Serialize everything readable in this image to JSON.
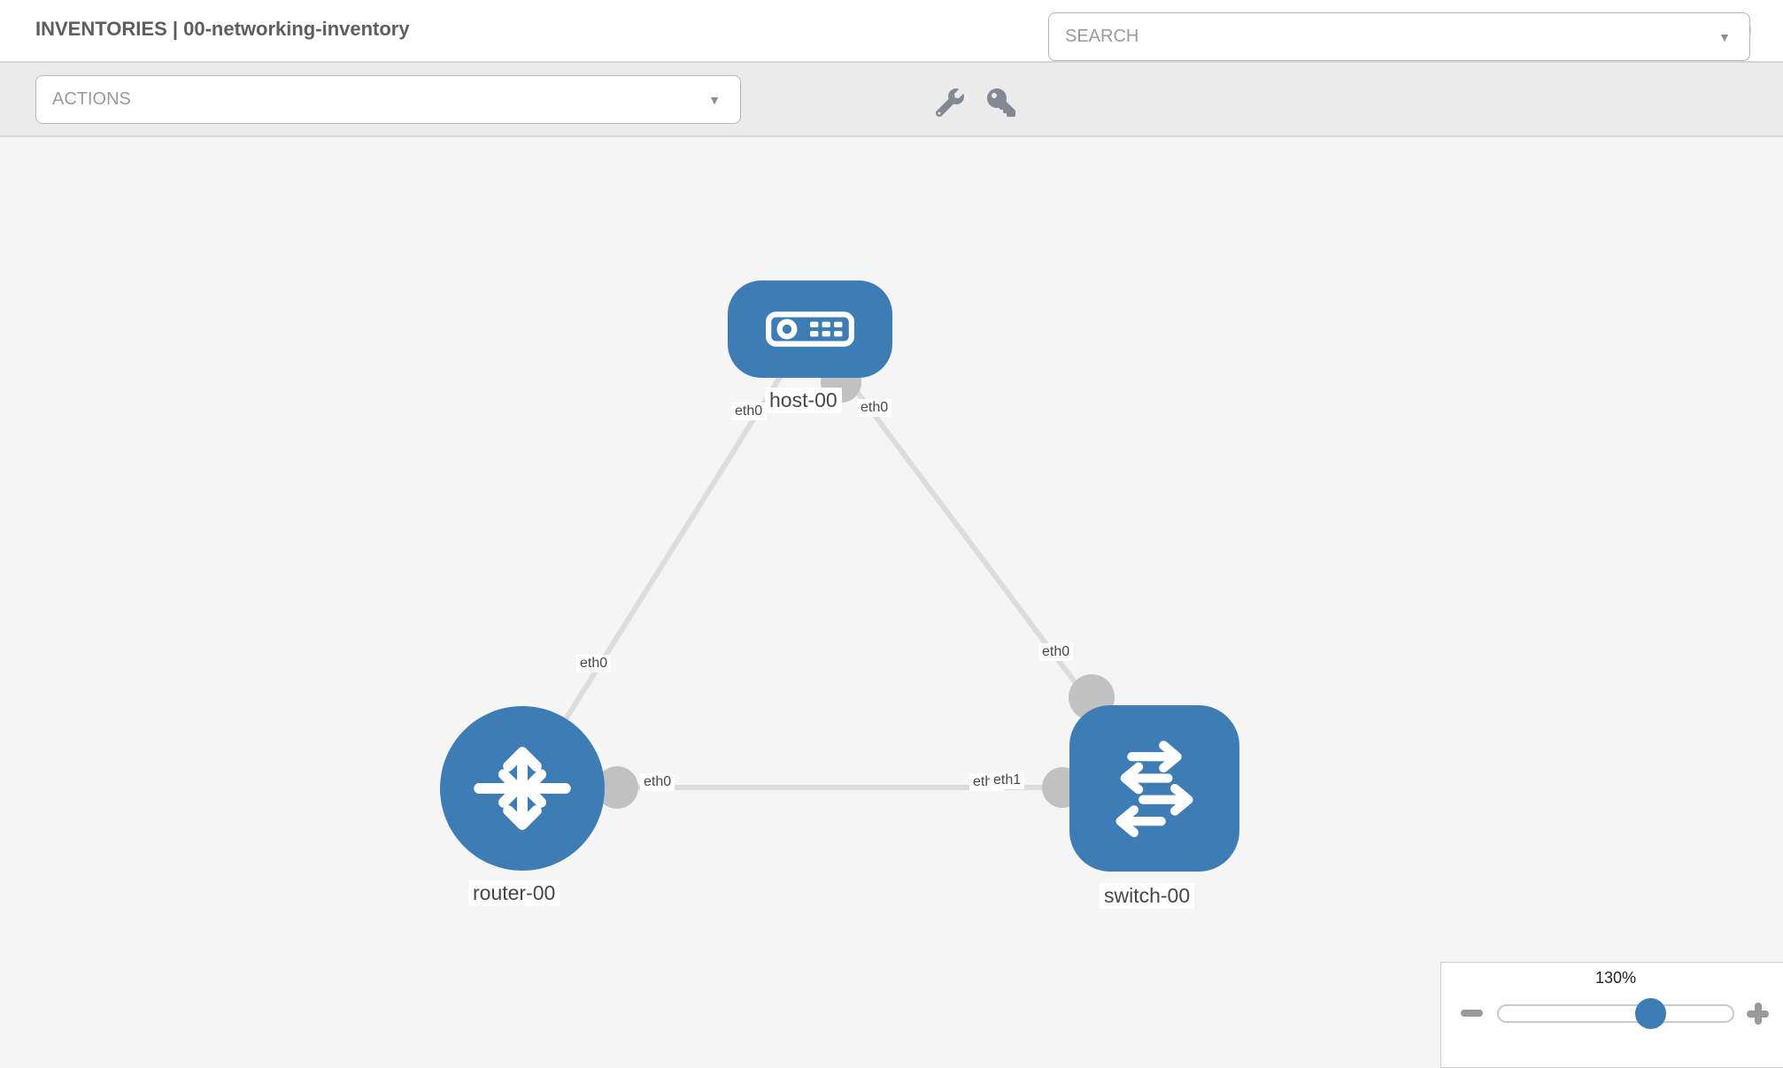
{
  "header": {
    "title": "INVENTORIES | 00-networking-inventory"
  },
  "toolbar": {
    "actions_label": "ACTIONS",
    "search_placeholder": "SEARCH",
    "icons": [
      "wrench-icon",
      "key-icon"
    ]
  },
  "colors": {
    "node_blue": "#3d7cb5",
    "link_gray": "#dcdcdc",
    "port_gray": "#c1c1c1"
  },
  "topology": {
    "nodes": [
      {
        "id": "host-00",
        "type": "host",
        "label": "host-00"
      },
      {
        "id": "router-00",
        "type": "router",
        "label": "router-00"
      },
      {
        "id": "switch-00",
        "type": "switch",
        "label": "switch-00"
      }
    ],
    "links": [
      {
        "from": "host-00",
        "from_iface": "eth0",
        "to": "router-00",
        "to_iface": "eth0"
      },
      {
        "from": "host-00",
        "from_iface": "eth0",
        "to": "switch-00",
        "to_iface": "eth0"
      },
      {
        "from": "router-00",
        "from_iface": "eth0",
        "to": "switch-00",
        "to_iface": "eth1"
      }
    ],
    "labels": {
      "host": "host-00",
      "router": "router-00",
      "switch": "switch-00",
      "host_eth_left": "eth0",
      "host_eth_right": "eth0",
      "router_eth_top": "eth0",
      "switch_eth_top": "eth0",
      "router_eth_right": "eth0",
      "switch_eth_hidden": "eth0",
      "switch_eth_left": "eth1"
    }
  },
  "zoom_control": {
    "level": "130%",
    "zoom_out_icon": "minus",
    "zoom_in_icon": "plus"
  }
}
